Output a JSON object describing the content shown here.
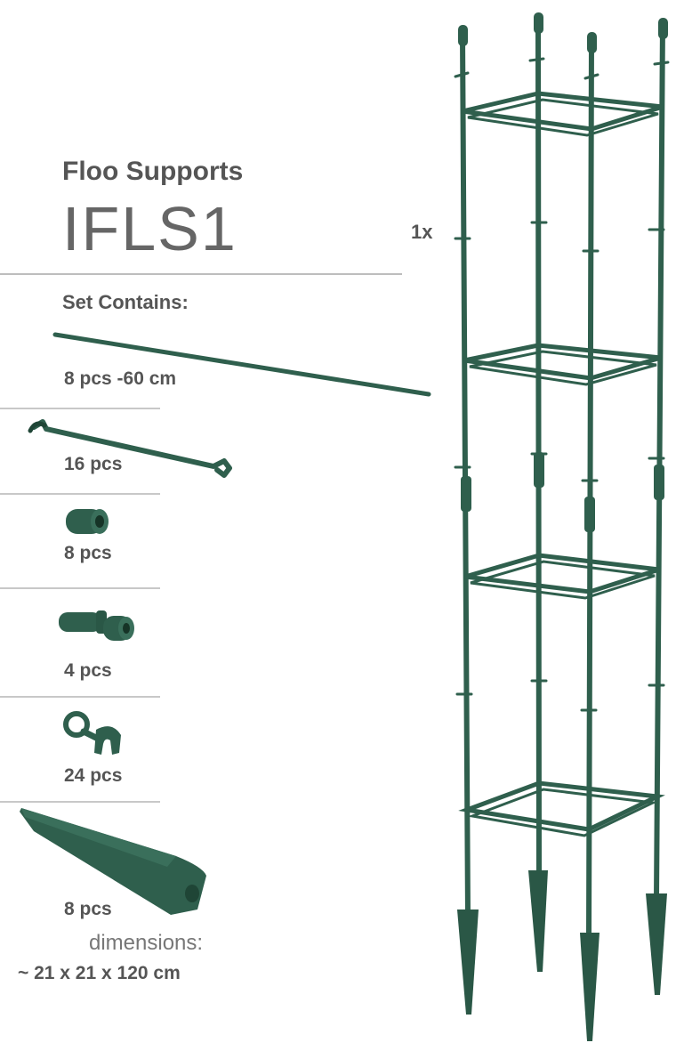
{
  "product": {
    "brand": "Floo Supports",
    "model": "IFLS1",
    "quantity_badge": "1x"
  },
  "set": {
    "title": "Set Contains:",
    "parts": [
      {
        "name": "rod-60cm",
        "label": "8 pcs -60 cm",
        "icon": "rod-icon"
      },
      {
        "name": "crossbar",
        "label": "16 pcs",
        "icon": "crossbar-icon"
      },
      {
        "name": "connector",
        "label": "8 pcs",
        "icon": "connector-sleeve-icon"
      },
      {
        "name": "top-cap",
        "label": "4 pcs",
        "icon": "top-cap-icon"
      },
      {
        "name": "clip",
        "label": "24 pcs",
        "icon": "ring-clip-icon"
      },
      {
        "name": "ground-spike",
        "label": "8 pcs",
        "icon": "ground-spike-icon"
      }
    ]
  },
  "dimensions": {
    "label": "dimensions:",
    "value": "~ 21 x 21 x 120 cm"
  },
  "colors": {
    "part_green": "#2f5f4d",
    "part_dark": "#1f4536",
    "text": "#555555",
    "rule": "#c8c8c8"
  }
}
